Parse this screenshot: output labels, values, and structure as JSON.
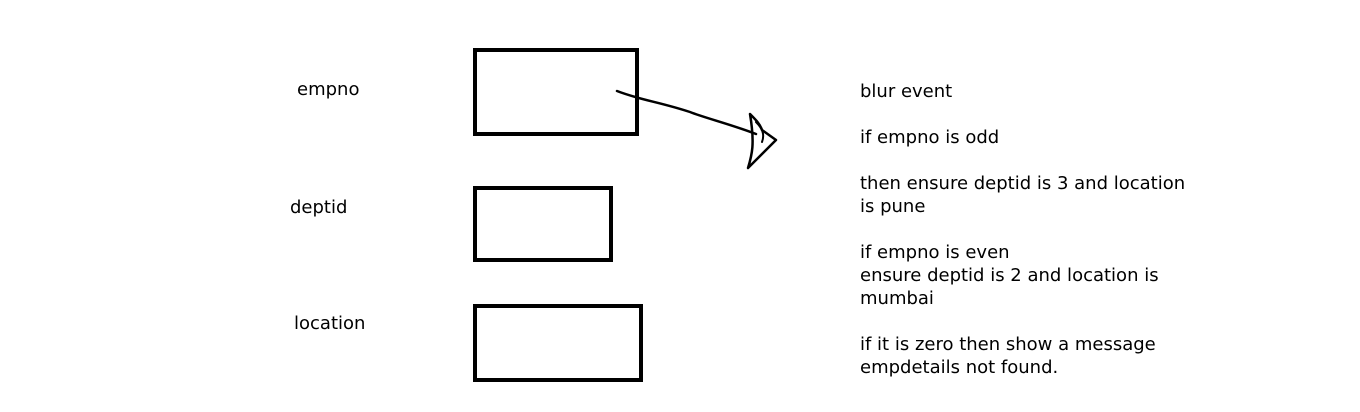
{
  "fields": [
    {
      "label": "empno"
    },
    {
      "label": "deptid"
    },
    {
      "label": "location"
    }
  ],
  "notes": [
    "blur event",
    "if empno is odd",
    "then ensure deptid is 3 and location",
    "is pune",
    "if empno is even",
    "ensure deptid is 2 and location is",
    "mumbai",
    "if it is zero then show a message",
    "empdetails not found."
  ],
  "colors": {
    "ink": "#000000",
    "background": "#ffffff"
  }
}
